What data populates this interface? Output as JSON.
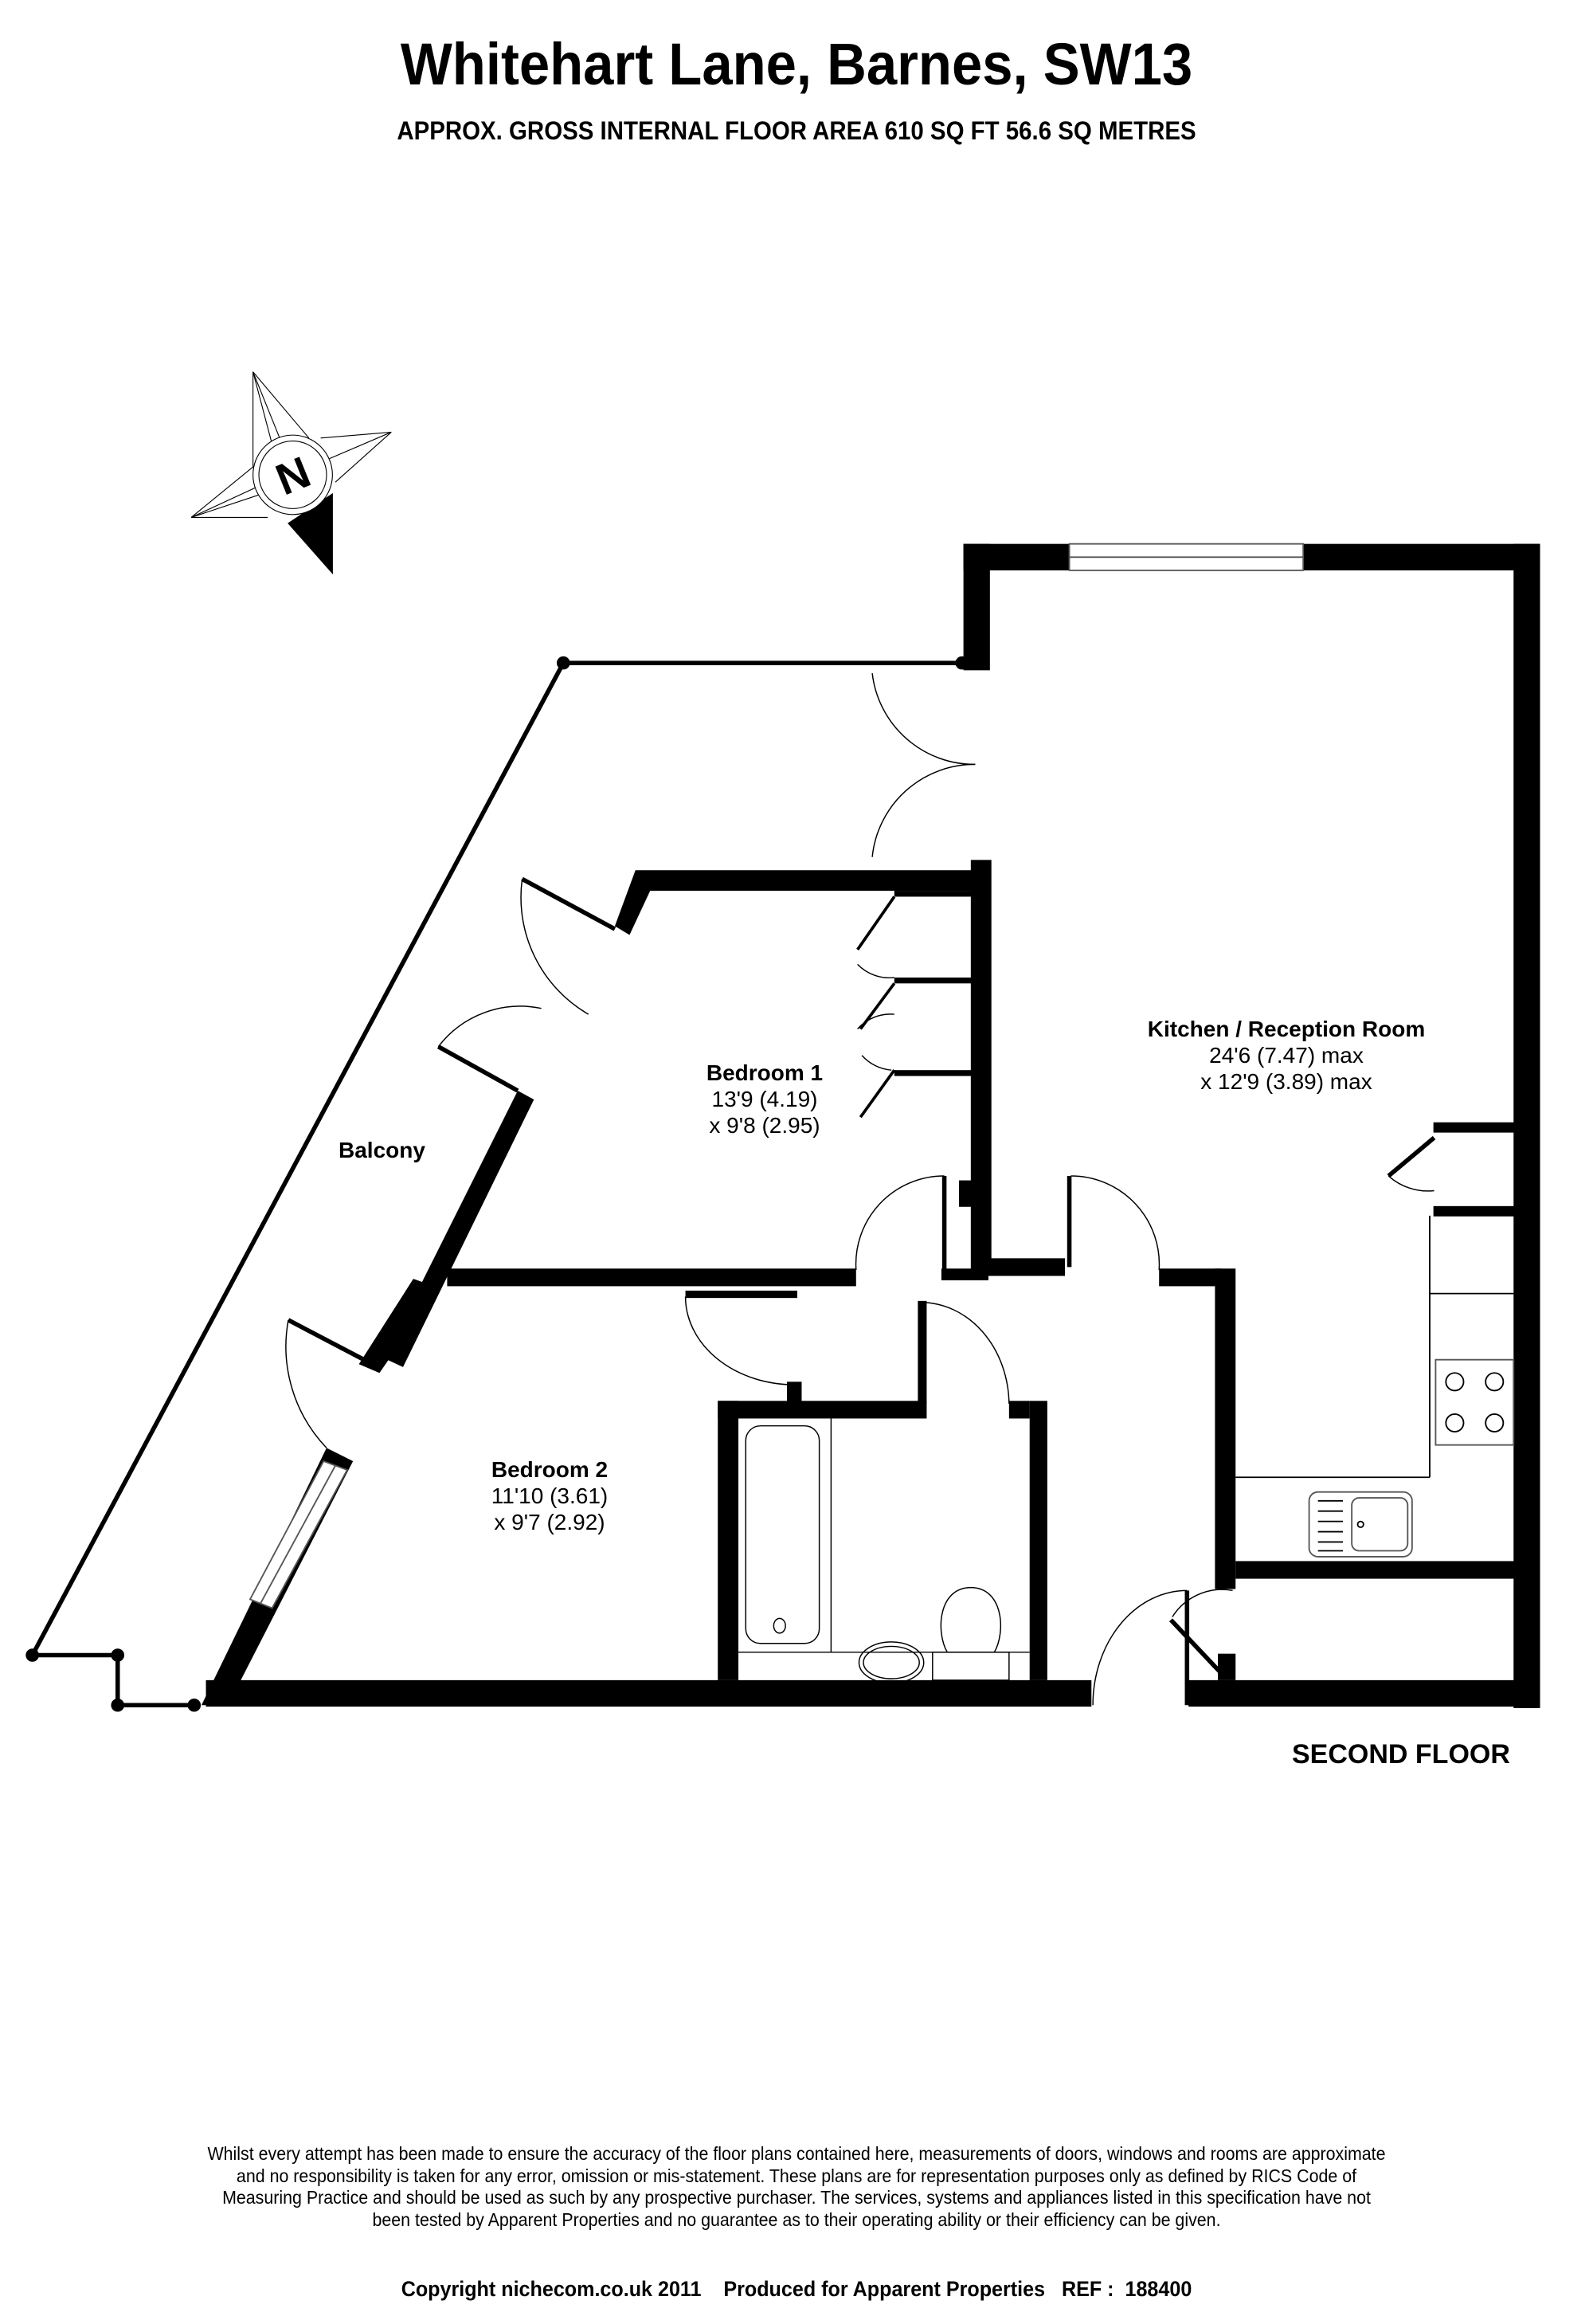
{
  "header": {
    "title": "Whitehart Lane, Barnes, SW13",
    "area_summary": "APPROX. GROSS INTERNAL FLOOR AREA 610 SQ FT 56.6 SQ METRES"
  },
  "compass": {
    "icon": "north-arrow-icon",
    "label": "N"
  },
  "rooms": [
    {
      "name": "Kitchen / Reception Room",
      "dim1": "24'6 (7.47) max",
      "dim2": "x 12'9 (3.89) max"
    },
    {
      "name": "Bedroom 1",
      "dim1": "13'9 (4.19)",
      "dim2": "x 9'8 (2.95)"
    },
    {
      "name": "Bedroom 2",
      "dim1": "11'10 (3.61)",
      "dim2": "x 9'7 (2.92)"
    }
  ],
  "balcony": {
    "label": "Balcony"
  },
  "floor": {
    "label": "SECOND FLOOR"
  },
  "footer": {
    "disclaimer": "Whilst every attempt has been made to ensure the accuracy of the floor plans contained here, measurements of doors, windows and rooms are approximate and no responsibility is taken for any error, omission or mis-statement.  These plans are for representation purposes only as defined by RICS Code of Measuring Practice and should be used as such by any prospective purchaser.  The services, systems and appliances listed in this specification have not been tested by Apparent Properties and no guarantee as to their operating ability or their efficiency can be given.",
    "copyright": "Copyright nichecom.co.uk 2011    Produced for Apparent Properties   REF :  188400"
  },
  "colors": {
    "wall": "#000000",
    "background": "#ffffff",
    "fixture_line": "#333333"
  }
}
